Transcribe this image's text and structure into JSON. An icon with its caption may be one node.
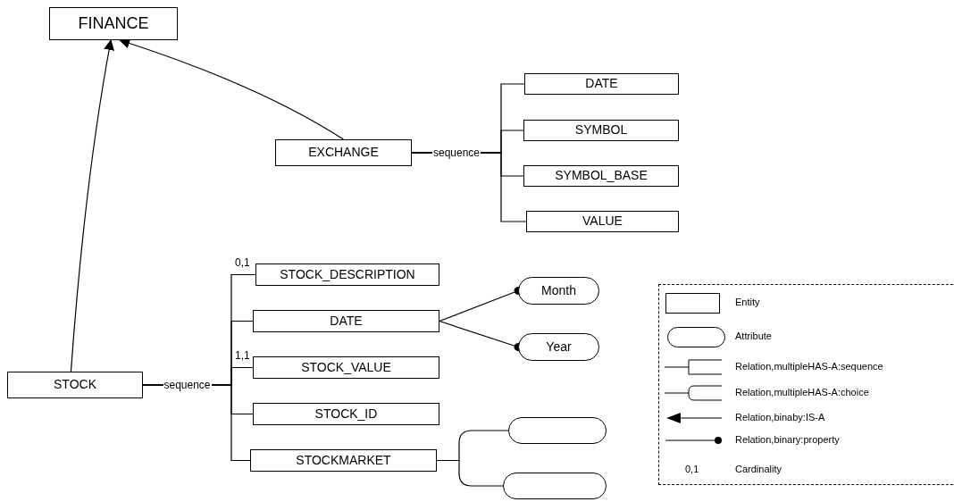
{
  "diagram": {
    "nodes": [
      {
        "text": [
          "FINANCE"
        ]
      },
      {
        "text": [
          "EXCHANGE"
        ]
      },
      {
        "text": [
          "DATE"
        ]
      },
      {
        "text": [
          "SYMBOL"
        ]
      },
      {
        "text": [
          "SYMBOL_BASE"
        ]
      },
      {
        "text": [
          "VALUE"
        ]
      },
      {
        "text": [
          "STOCK_DESCRIPTION"
        ]
      },
      {
        "text": [
          "DATE"
        ]
      },
      {
        "text": [
          "Month"
        ]
      },
      {
        "text": [
          "Year"
        ]
      },
      {
        "text": [
          "STOCK"
        ]
      },
      {
        "text": [
          "STOCK_VALUE"
        ]
      },
      {
        "text": [
          "STOCK_ID"
        ]
      },
      {
        "text": [
          "STOCKMARKET"
        ]
      },
      {
        "text": [],
        "shape": "oval"
      },
      {
        "text": [],
        "shape": "oval"
      }
    ],
    "edges": [
      {
        "from": 10,
        "to": 0,
        "arrow": "to"
      },
      {
        "from": 1,
        "to": 0,
        "arrow": "to"
      },
      {
        "from": 1,
        "to": 2,
        "arrow": "none",
        "label": "sequence"
      },
      {
        "from": 1,
        "to": 3,
        "arrow": "none"
      },
      {
        "from": 1,
        "to": 4,
        "arrow": "none"
      },
      {
        "from": 1,
        "to": 5,
        "arrow": "none"
      },
      {
        "from": 10,
        "to": 6,
        "arrow": "none",
        "label": "0,1"
      },
      {
        "from": 10,
        "to": 7,
        "arrow": "none",
        "label": "sequence"
      },
      {
        "from": 10,
        "to": 11,
        "arrow": "none",
        "label": "1,1"
      },
      {
        "from": 10,
        "to": 12,
        "arrow": "none"
      },
      {
        "from": 10,
        "to": 13,
        "arrow": "none"
      },
      {
        "from": 7,
        "to": 8,
        "arrow": "other"
      },
      {
        "from": 7,
        "to": 9,
        "arrow": "other"
      },
      {
        "from": 13,
        "to": 14,
        "arrow": "none"
      },
      {
        "from": 13,
        "to": 15,
        "arrow": "none"
      }
    ],
    "labels": [
      "0,1"
    ],
    "legend": [
      {
        "text": "Entity"
      },
      {
        "text": "Attribute"
      },
      {
        "text": "Relation,multipleHAS-A:sequence"
      },
      {
        "text": "Relation,multipleHAS-A:choice"
      },
      {
        "text": "Relation,binaby:IS-A"
      },
      {
        "text": "Relation,binary:property"
      },
      {
        "text": "Cardinality"
      }
    ]
  }
}
